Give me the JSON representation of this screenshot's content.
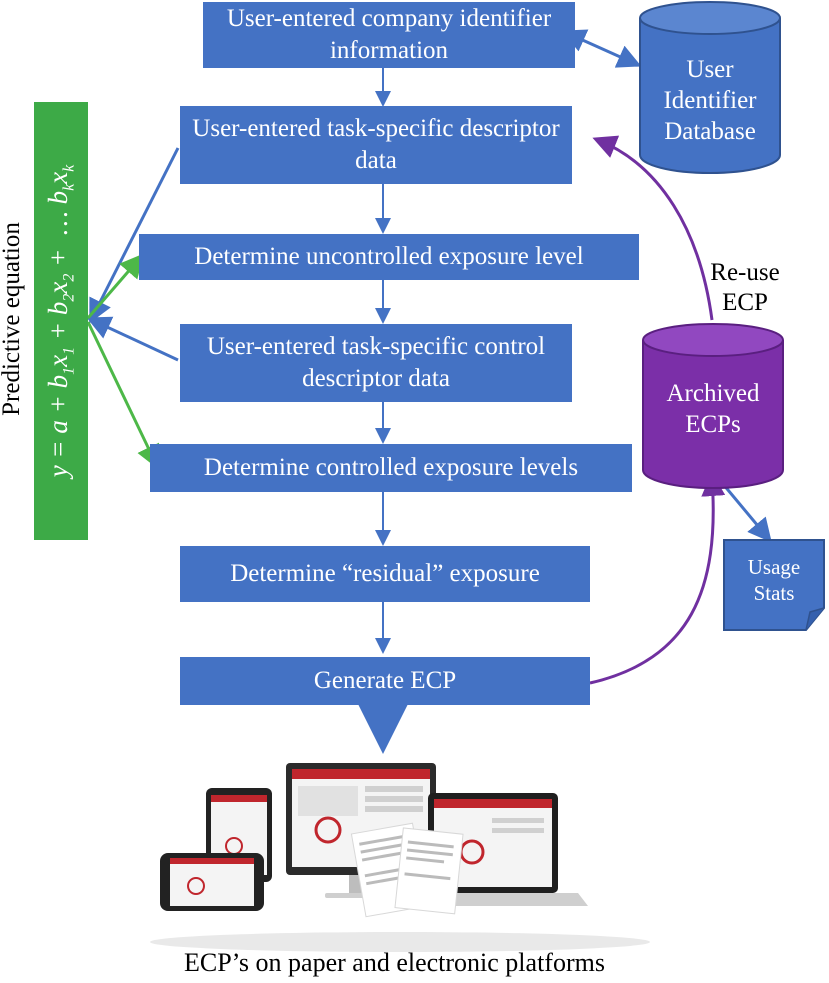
{
  "boxes": {
    "company_identifier": "User-entered company identifier information",
    "task_descriptor": "User-entered task-specific descriptor data",
    "uncontrolled_exposure": "Determine uncontrolled exposure level",
    "control_descriptor": "User-entered task-specific control descriptor data",
    "controlled_exposure": "Determine controlled exposure levels",
    "residual_exposure": "Determine “residual” exposure",
    "generate_ecp": "Generate ECP"
  },
  "database": {
    "user_identifier": "User Identifier Database",
    "archived_ecps": "Archived ECPs",
    "usage_stats": "Usage Stats"
  },
  "annotations": {
    "reuse_ecp": "Re-use ECP",
    "predictive_equation_label": "Predictive equation",
    "footer_caption": "ECP’s on paper and electronic platforms"
  },
  "colors": {
    "box_blue": "#4472C4",
    "equation_green": "#3DAA47",
    "archive_purple": "#7B2FA8",
    "reuse_arrow": "#7030A0",
    "equation_arrow": "#4DB848"
  }
}
